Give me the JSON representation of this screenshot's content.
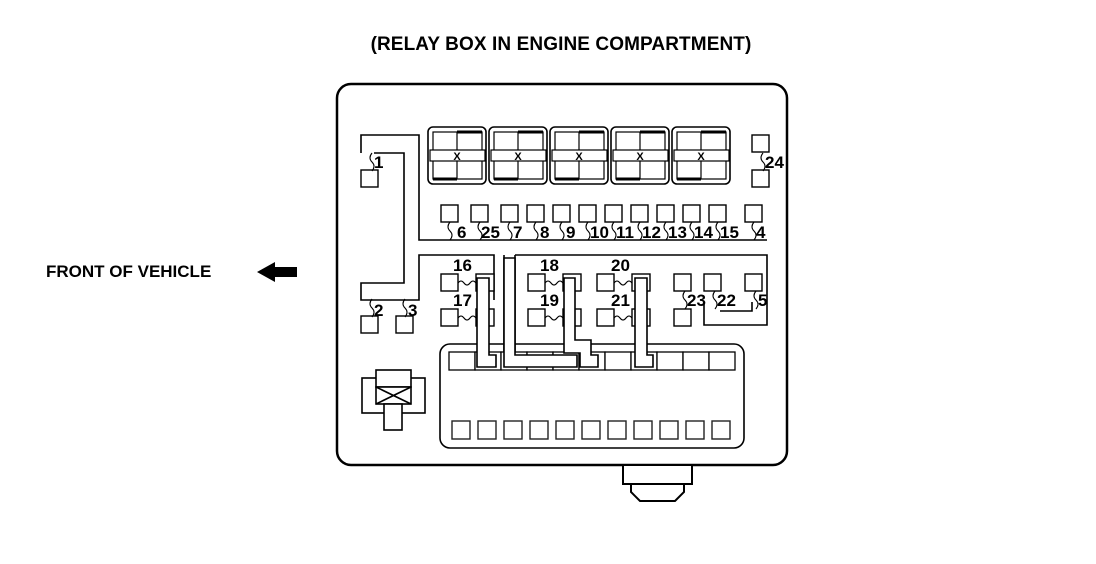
{
  "title": "(RELAY BOX IN ENGINE COMPARTMENT)",
  "direction_label": "FRONT OF VEHICLE",
  "direction_icon": "arrow-left-icon",
  "relays": [
    {
      "id": "relay-1"
    },
    {
      "id": "relay-2"
    },
    {
      "id": "relay-3"
    },
    {
      "id": "relay-4"
    },
    {
      "id": "relay-5"
    }
  ],
  "connector_labels": {
    "c1": "1",
    "c2": "2",
    "c3": "3",
    "c4": "4",
    "c5": "5",
    "c6": "6",
    "c7": "7",
    "c8": "8",
    "c9": "9",
    "c10": "10",
    "c11": "11",
    "c12": "12",
    "c13": "13",
    "c14": "14",
    "c15": "15",
    "c16": "16",
    "c17": "17",
    "c18": "18",
    "c19": "19",
    "c20": "20",
    "c21": "21",
    "c22": "22",
    "c23": "23",
    "c24": "24",
    "c25": "25"
  },
  "top_row_order": [
    "6",
    "25",
    "7",
    "8",
    "9",
    "10",
    "11",
    "12",
    "13",
    "14",
    "15",
    "4"
  ],
  "fuse_block": {
    "upper_slots": 11,
    "lower_slots": 11
  }
}
